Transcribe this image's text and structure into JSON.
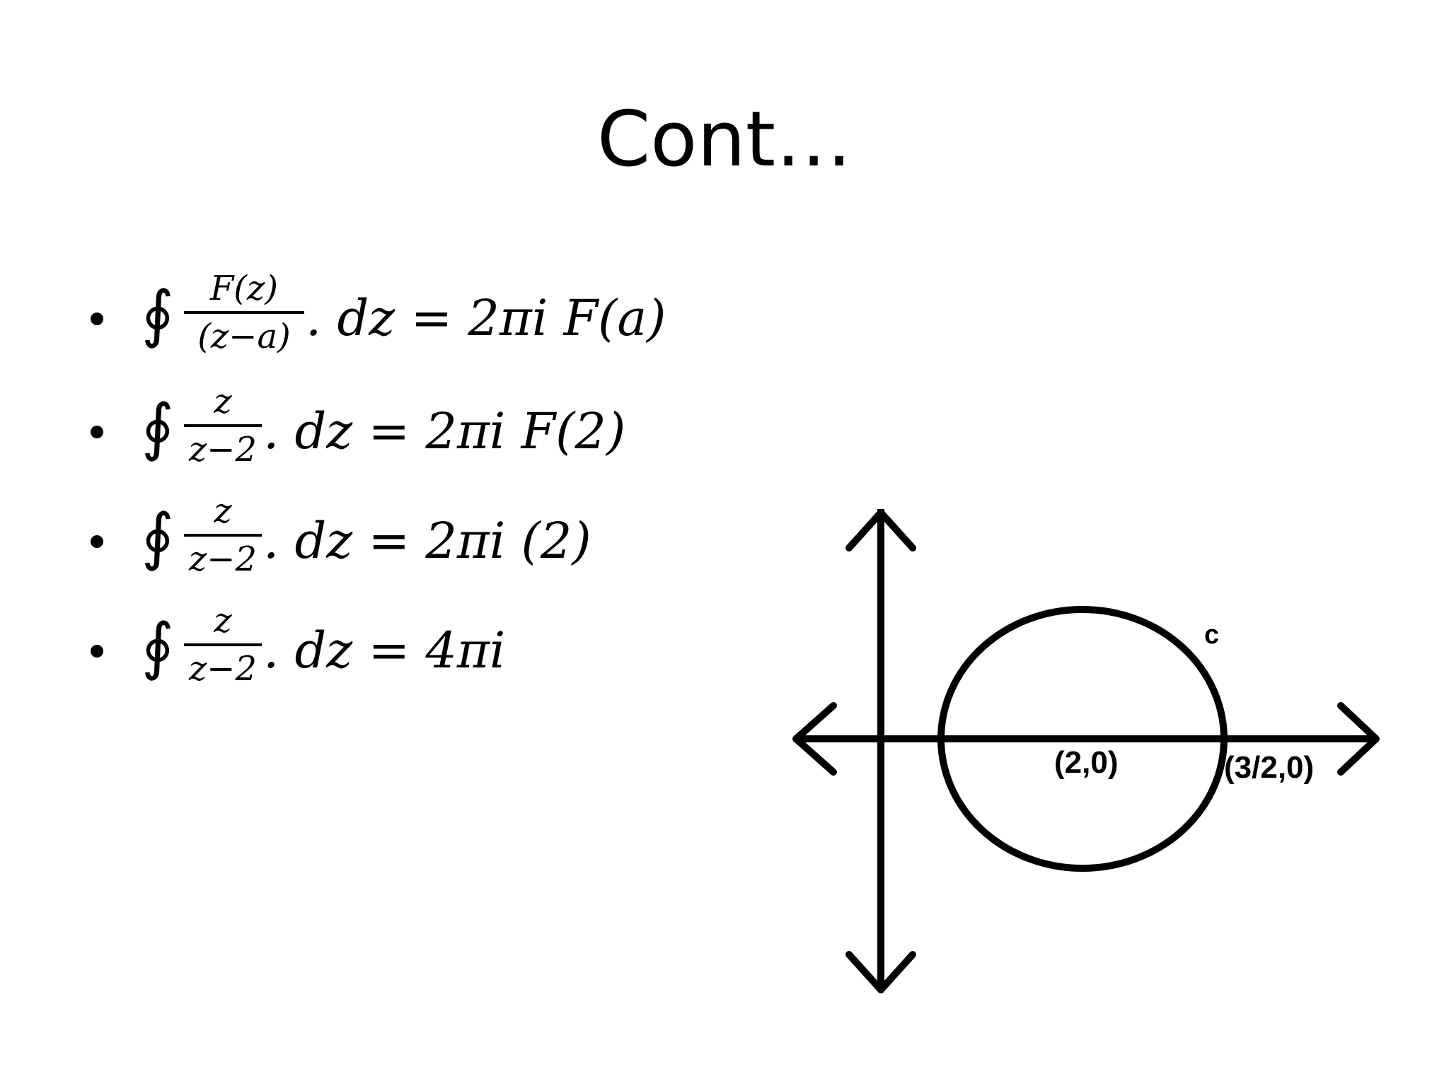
{
  "slide": {
    "title": "Cont…"
  },
  "equations": [
    {
      "numerator": "F(z)",
      "denominator": "(z−a)",
      "rhs": ". dz = 2πi F(a)"
    },
    {
      "numerator": "z",
      "denominator": "z−2",
      "rhs": ". dz = 2πi F(2)"
    },
    {
      "numerator": "z",
      "denominator": "z−2",
      "rhs": ". dz = 2πi (2)"
    },
    {
      "numerator": "z",
      "denominator": "z−2",
      "rhs": ". dz = 4πi"
    }
  ],
  "symbols": {
    "contour_integral": "∮"
  },
  "diagram": {
    "curve_label": "c",
    "center_label": "(2,0)",
    "intercept_label": "(3/2,0)"
  }
}
